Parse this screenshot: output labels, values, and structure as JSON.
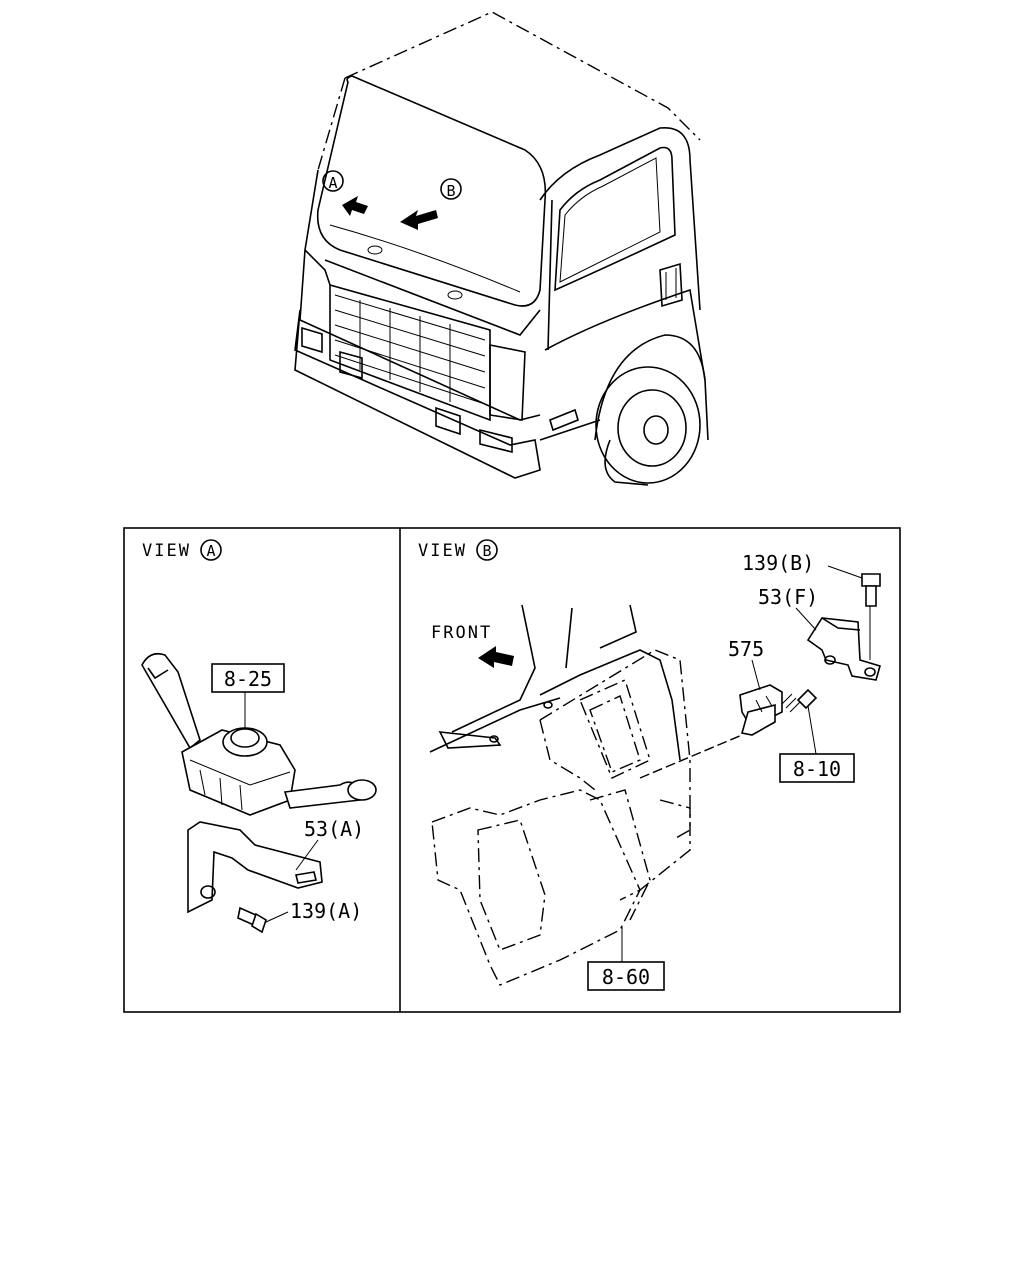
{
  "truck": {
    "marker_a": "A",
    "marker_b": "B"
  },
  "view_a": {
    "title": "VIEW",
    "marker": "A",
    "parts": {
      "p825": "8-25",
      "p53a": "53(A)",
      "p139a": "139(A)"
    }
  },
  "view_b": {
    "title": "VIEW",
    "marker": "B",
    "front_label": "FRONT",
    "parts": {
      "p139b": "139(B)",
      "p53f": "53(F)",
      "p575": "575",
      "p810": "8-10",
      "p860": "8-60"
    }
  }
}
